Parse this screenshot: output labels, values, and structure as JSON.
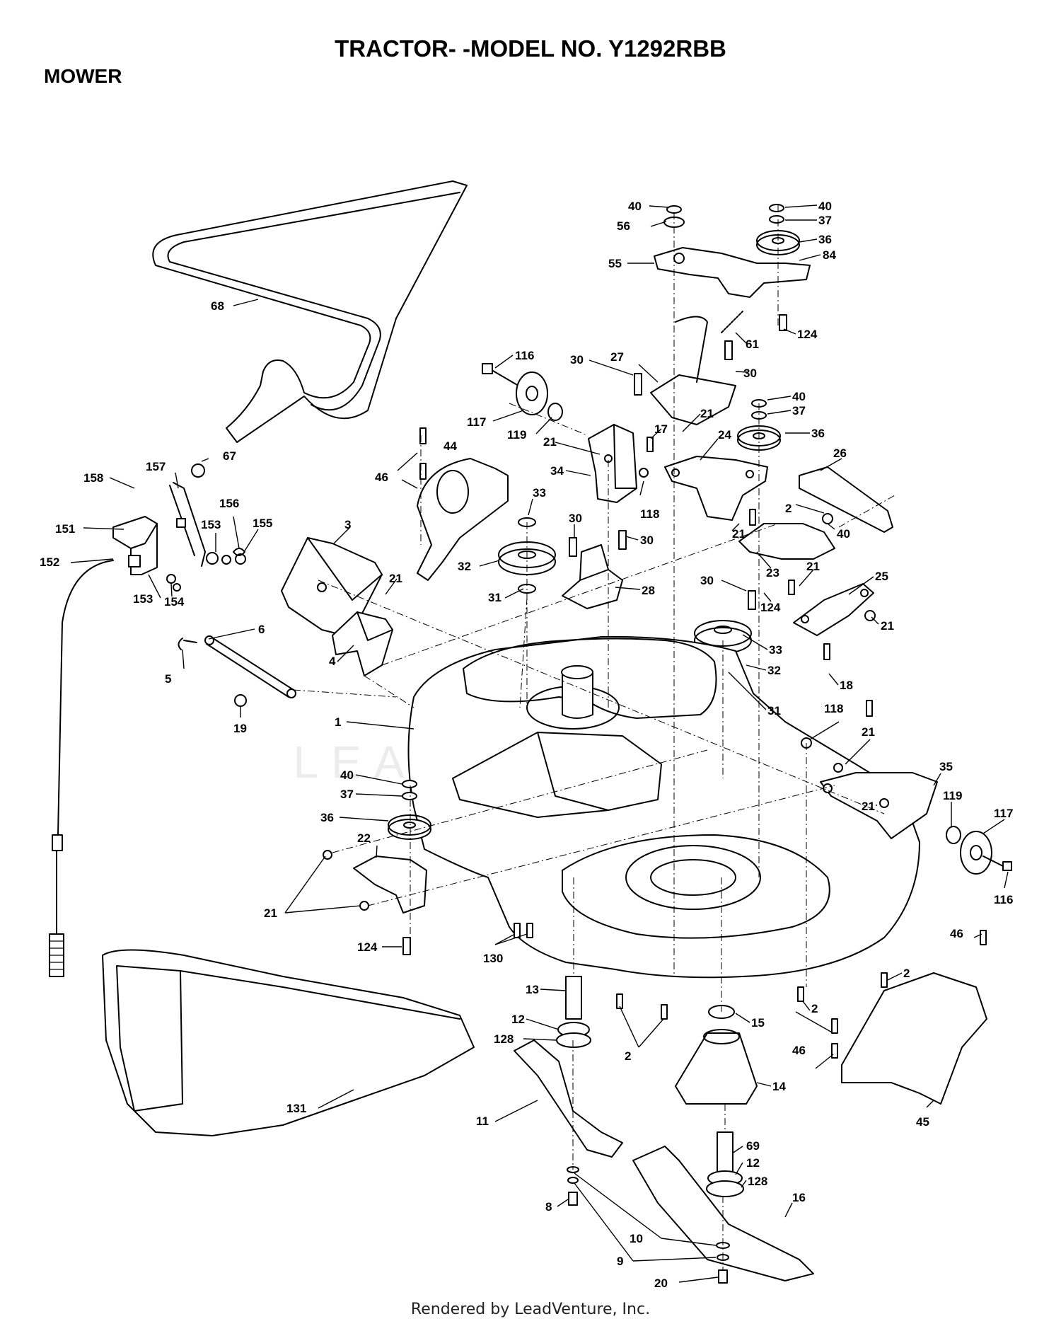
{
  "header": {
    "title": "TRACTOR- -MODEL NO. Y1292RBB",
    "section": "MOWER"
  },
  "footer": {
    "text": "Rendered by LeadVenture, Inc."
  },
  "watermark": {
    "text": "LEADVENTURE"
  },
  "callouts": [
    {
      "label": "40"
    },
    {
      "label": "56"
    },
    {
      "label": "40"
    },
    {
      "label": "37"
    },
    {
      "label": "36"
    },
    {
      "label": "84"
    },
    {
      "label": "55"
    },
    {
      "label": "124"
    },
    {
      "label": "68"
    },
    {
      "label": "61"
    },
    {
      "label": "116"
    },
    {
      "label": "30"
    },
    {
      "label": "27"
    },
    {
      "label": "30"
    },
    {
      "label": "40"
    },
    {
      "label": "37"
    },
    {
      "label": "117"
    },
    {
      "label": "119"
    },
    {
      "label": "17"
    },
    {
      "label": "21"
    },
    {
      "label": "36"
    },
    {
      "label": "24"
    },
    {
      "label": "21"
    },
    {
      "label": "44"
    },
    {
      "label": "34"
    },
    {
      "label": "118"
    },
    {
      "label": "26"
    },
    {
      "label": "46"
    },
    {
      "label": "157"
    },
    {
      "label": "67"
    },
    {
      "label": "158"
    },
    {
      "label": "33"
    },
    {
      "label": "2"
    },
    {
      "label": "156"
    },
    {
      "label": "21"
    },
    {
      "label": "40"
    },
    {
      "label": "151"
    },
    {
      "label": "153"
    },
    {
      "label": "155"
    },
    {
      "label": "3"
    },
    {
      "label": "30"
    },
    {
      "label": "30"
    },
    {
      "label": "152"
    },
    {
      "label": "32"
    },
    {
      "label": "23"
    },
    {
      "label": "21"
    },
    {
      "label": "25"
    },
    {
      "label": "21"
    },
    {
      "label": "28"
    },
    {
      "label": "30"
    },
    {
      "label": "124"
    },
    {
      "label": "153"
    },
    {
      "label": "154"
    },
    {
      "label": "31"
    },
    {
      "label": "6"
    },
    {
      "label": "21"
    },
    {
      "label": "33"
    },
    {
      "label": "5"
    },
    {
      "label": "4"
    },
    {
      "label": "32"
    },
    {
      "label": "18"
    },
    {
      "label": "31"
    },
    {
      "label": "19"
    },
    {
      "label": "1"
    },
    {
      "label": "118"
    },
    {
      "label": "21"
    },
    {
      "label": "40"
    },
    {
      "label": "35"
    },
    {
      "label": "37"
    },
    {
      "label": "21"
    },
    {
      "label": "119"
    },
    {
      "label": "36"
    },
    {
      "label": "117"
    },
    {
      "label": "22"
    },
    {
      "label": "116"
    },
    {
      "label": "21"
    },
    {
      "label": "124"
    },
    {
      "label": "130"
    },
    {
      "label": "46"
    },
    {
      "label": "13"
    },
    {
      "label": "2"
    },
    {
      "label": "12"
    },
    {
      "label": "128"
    },
    {
      "label": "15"
    },
    {
      "label": "2"
    },
    {
      "label": "46"
    },
    {
      "label": "2"
    },
    {
      "label": "131"
    },
    {
      "label": "14"
    },
    {
      "label": "11"
    },
    {
      "label": "45"
    },
    {
      "label": "69"
    },
    {
      "label": "12"
    },
    {
      "label": "128"
    },
    {
      "label": "16"
    },
    {
      "label": "8"
    },
    {
      "label": "10"
    },
    {
      "label": "9"
    },
    {
      "label": "20"
    }
  ]
}
